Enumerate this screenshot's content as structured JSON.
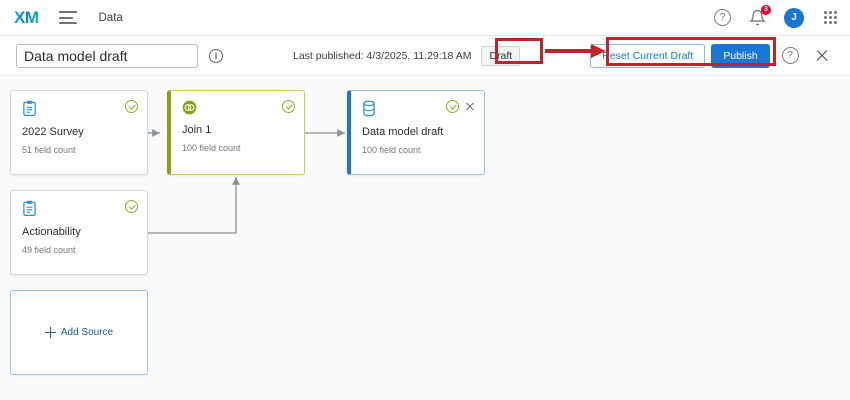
{
  "topbar": {
    "logo": "XM",
    "menu_icon": "hamburger-icon",
    "nav_label": "Data",
    "help_icon": "?",
    "notification_count": "3",
    "avatar_initial": "J",
    "apps_icon": "app-grid-icon"
  },
  "toolbar": {
    "title_value": "Data model draft",
    "title_placeholder": "Data model draft",
    "info_icon": "i",
    "last_published": "Last published: 4/3/2025, 11:29:18 AM",
    "status_badge": "Draft",
    "reset_label": "Reset Current Draft",
    "publish_label": "Publish",
    "help_icon": "?",
    "close_icon": "close-icon"
  },
  "canvas": {
    "nodes": [
      {
        "id": "survey-2022",
        "title": "2022 Survey",
        "subtitle": "51 field count",
        "icon": "clipboard-icon",
        "state": "default",
        "has_check": true,
        "has_close": false
      },
      {
        "id": "actionability",
        "title": "Actionability",
        "subtitle": "49 field count",
        "icon": "clipboard-icon",
        "state": "default",
        "has_check": true,
        "has_close": false
      },
      {
        "id": "join-1",
        "title": "Join 1",
        "subtitle": "100 field count",
        "icon": "join-venn-icon",
        "state": "selected-green",
        "has_check": true,
        "has_close": false
      },
      {
        "id": "data-model-draft",
        "title": "Data model draft",
        "subtitle": "100 field count",
        "icon": "database-icon",
        "state": "selected-blue",
        "has_check": true,
        "has_close": true
      }
    ],
    "add_source_label": "Add Source"
  },
  "colors": {
    "brand_blue": "#1777d2",
    "olive_green": "#8fa017",
    "check_green": "#97a926",
    "annotation_red": "#c0242a",
    "badge_red": "#e4002b",
    "canvas_bg": "#f9fafa"
  }
}
